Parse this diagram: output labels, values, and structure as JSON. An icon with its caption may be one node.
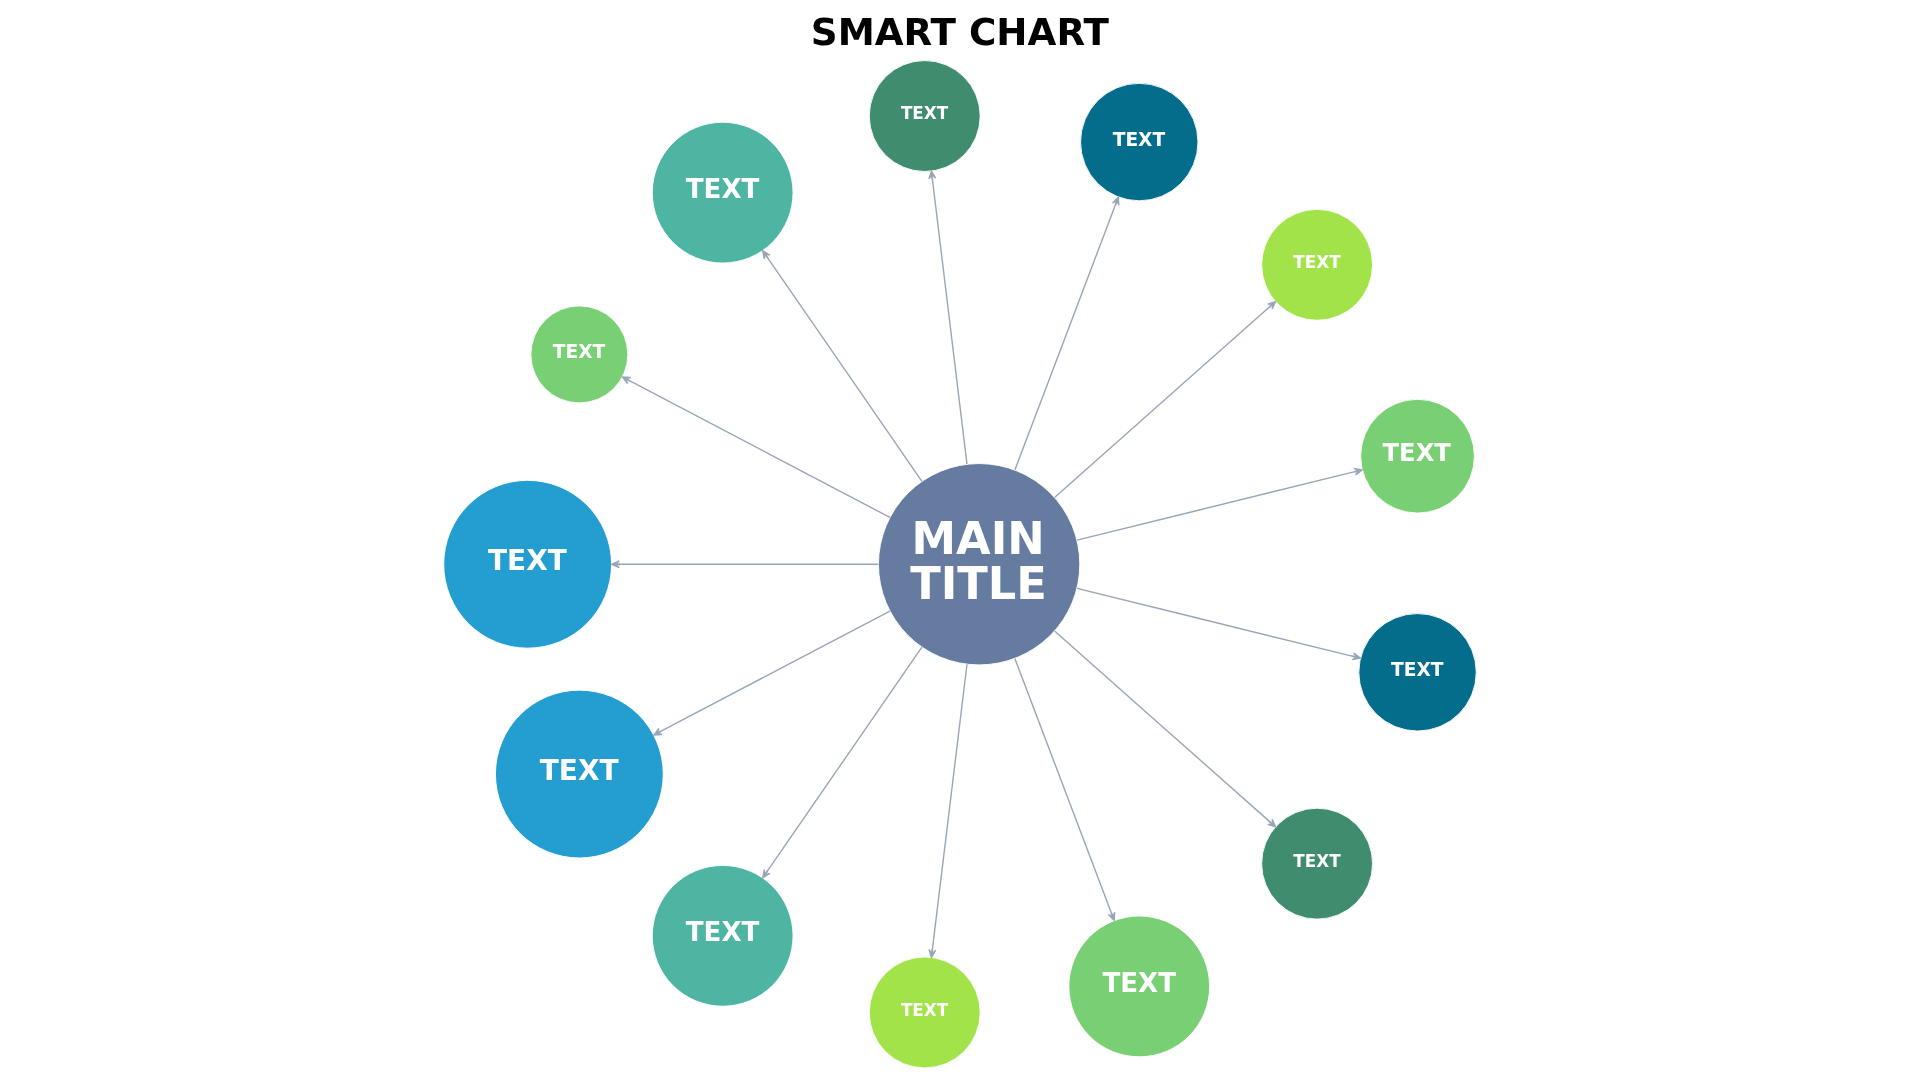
{
  "diagram": {
    "title": "SMART CHART",
    "nodes": [
      {
        "text": [
          "TEXT"
        ]
      },
      {
        "text": [
          "TEXT"
        ]
      },
      {
        "text": [
          "TEXT"
        ]
      },
      {
        "text": [
          "TEXT"
        ]
      },
      {
        "text": [
          "TEXT"
        ]
      },
      {
        "text": [
          "TEXT"
        ]
      },
      {
        "text": [
          "MAIN TITLE"
        ]
      },
      {
        "text": [
          "TEXT"
        ]
      },
      {
        "text": [
          "TEXT"
        ]
      },
      {
        "text": [
          "TEXT"
        ]
      },
      {
        "text": [
          "TEXT"
        ]
      },
      {
        "text": [
          "TEXT"
        ]
      },
      {
        "text": [
          "TEXT"
        ]
      },
      {
        "text": [
          "TEXT"
        ]
      }
    ],
    "edges": [
      {
        "from": 6,
        "to": 0,
        "arrow": "to"
      },
      {
        "from": 6,
        "to": 1,
        "arrow": "to"
      },
      {
        "from": 6,
        "to": 2,
        "arrow": "to"
      },
      {
        "from": 6,
        "to": 3,
        "arrow": "to"
      },
      {
        "from": 6,
        "to": 4,
        "arrow": "to"
      },
      {
        "from": 6,
        "to": 5,
        "arrow": "to"
      },
      {
        "from": 6,
        "to": 7,
        "arrow": "to"
      },
      {
        "from": 6,
        "to": 8,
        "arrow": "to"
      },
      {
        "from": 6,
        "to": 9,
        "arrow": "to"
      },
      {
        "from": 6,
        "to": 10,
        "arrow": "to"
      },
      {
        "from": 6,
        "to": 11,
        "arrow": "to"
      },
      {
        "from": 6,
        "to": 12,
        "arrow": "to"
      },
      {
        "from": 6,
        "to": 13,
        "arrow": "to"
      }
    ]
  }
}
